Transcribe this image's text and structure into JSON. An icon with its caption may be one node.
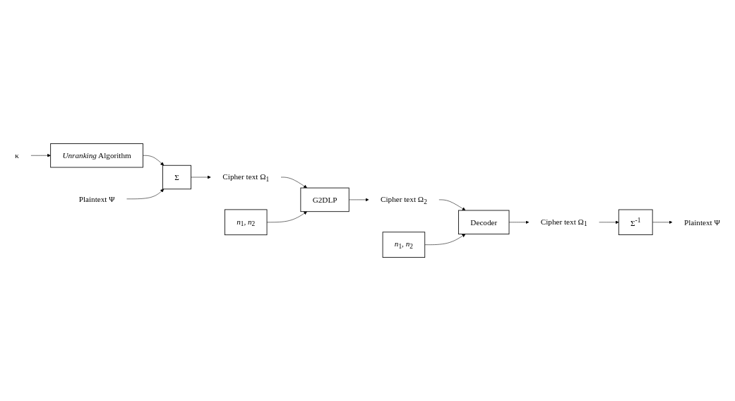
{
  "diagram": {
    "nodes": [
      {
        "text": [
          "κ"
        ]
      },
      {
        "text": [
          "*Unranking* Algorithm"
        ]
      },
      {
        "text": [
          "Plaintext Ψ"
        ]
      },
      {
        "text": [
          "Σ"
        ]
      },
      {
        "text": [
          "Cipher text Ω$_{1}$"
        ]
      },
      {
        "text": [
          "*n*$_{1}$, *n*$_{2}$"
        ]
      },
      {
        "text": [
          "G2DLP"
        ]
      },
      {
        "text": [
          "Cipher text Ω$_{2}$"
        ]
      },
      {
        "text": [
          "Σ$^{-1}$"
        ]
      },
      {
        "text": [
          "Plaintext Ψ"
        ]
      },
      {
        "text": [
          "Cipher text Ω$_{1}$"
        ]
      },
      {
        "text": [
          "Decoder"
        ]
      },
      {
        "text": [
          "*n*$_{1}$, *n*$_{2}$"
        ]
      }
    ],
    "edges": [
      {
        "from": 0,
        "to": 1,
        "arrow": "to"
      },
      {
        "from": 1,
        "to": 3,
        "arrow": "to"
      },
      {
        "from": 2,
        "to": 3,
        "arrow": "to"
      },
      {
        "from": 3,
        "to": 4,
        "arrow": "to"
      },
      {
        "from": 4,
        "to": 6,
        "arrow": "to"
      },
      {
        "from": 5,
        "to": 6,
        "arrow": "to"
      },
      {
        "from": 6,
        "to": 7,
        "arrow": "to"
      },
      {
        "from": 7,
        "to": 11,
        "arrow": "to"
      },
      {
        "from": 12,
        "to": 11,
        "arrow": "to"
      },
      {
        "from": 11,
        "to": 10,
        "arrow": "to"
      },
      {
        "from": 10,
        "to": 8,
        "arrow": "to"
      },
      {
        "from": 8,
        "to": 9,
        "arrow": "to"
      }
    ]
  }
}
